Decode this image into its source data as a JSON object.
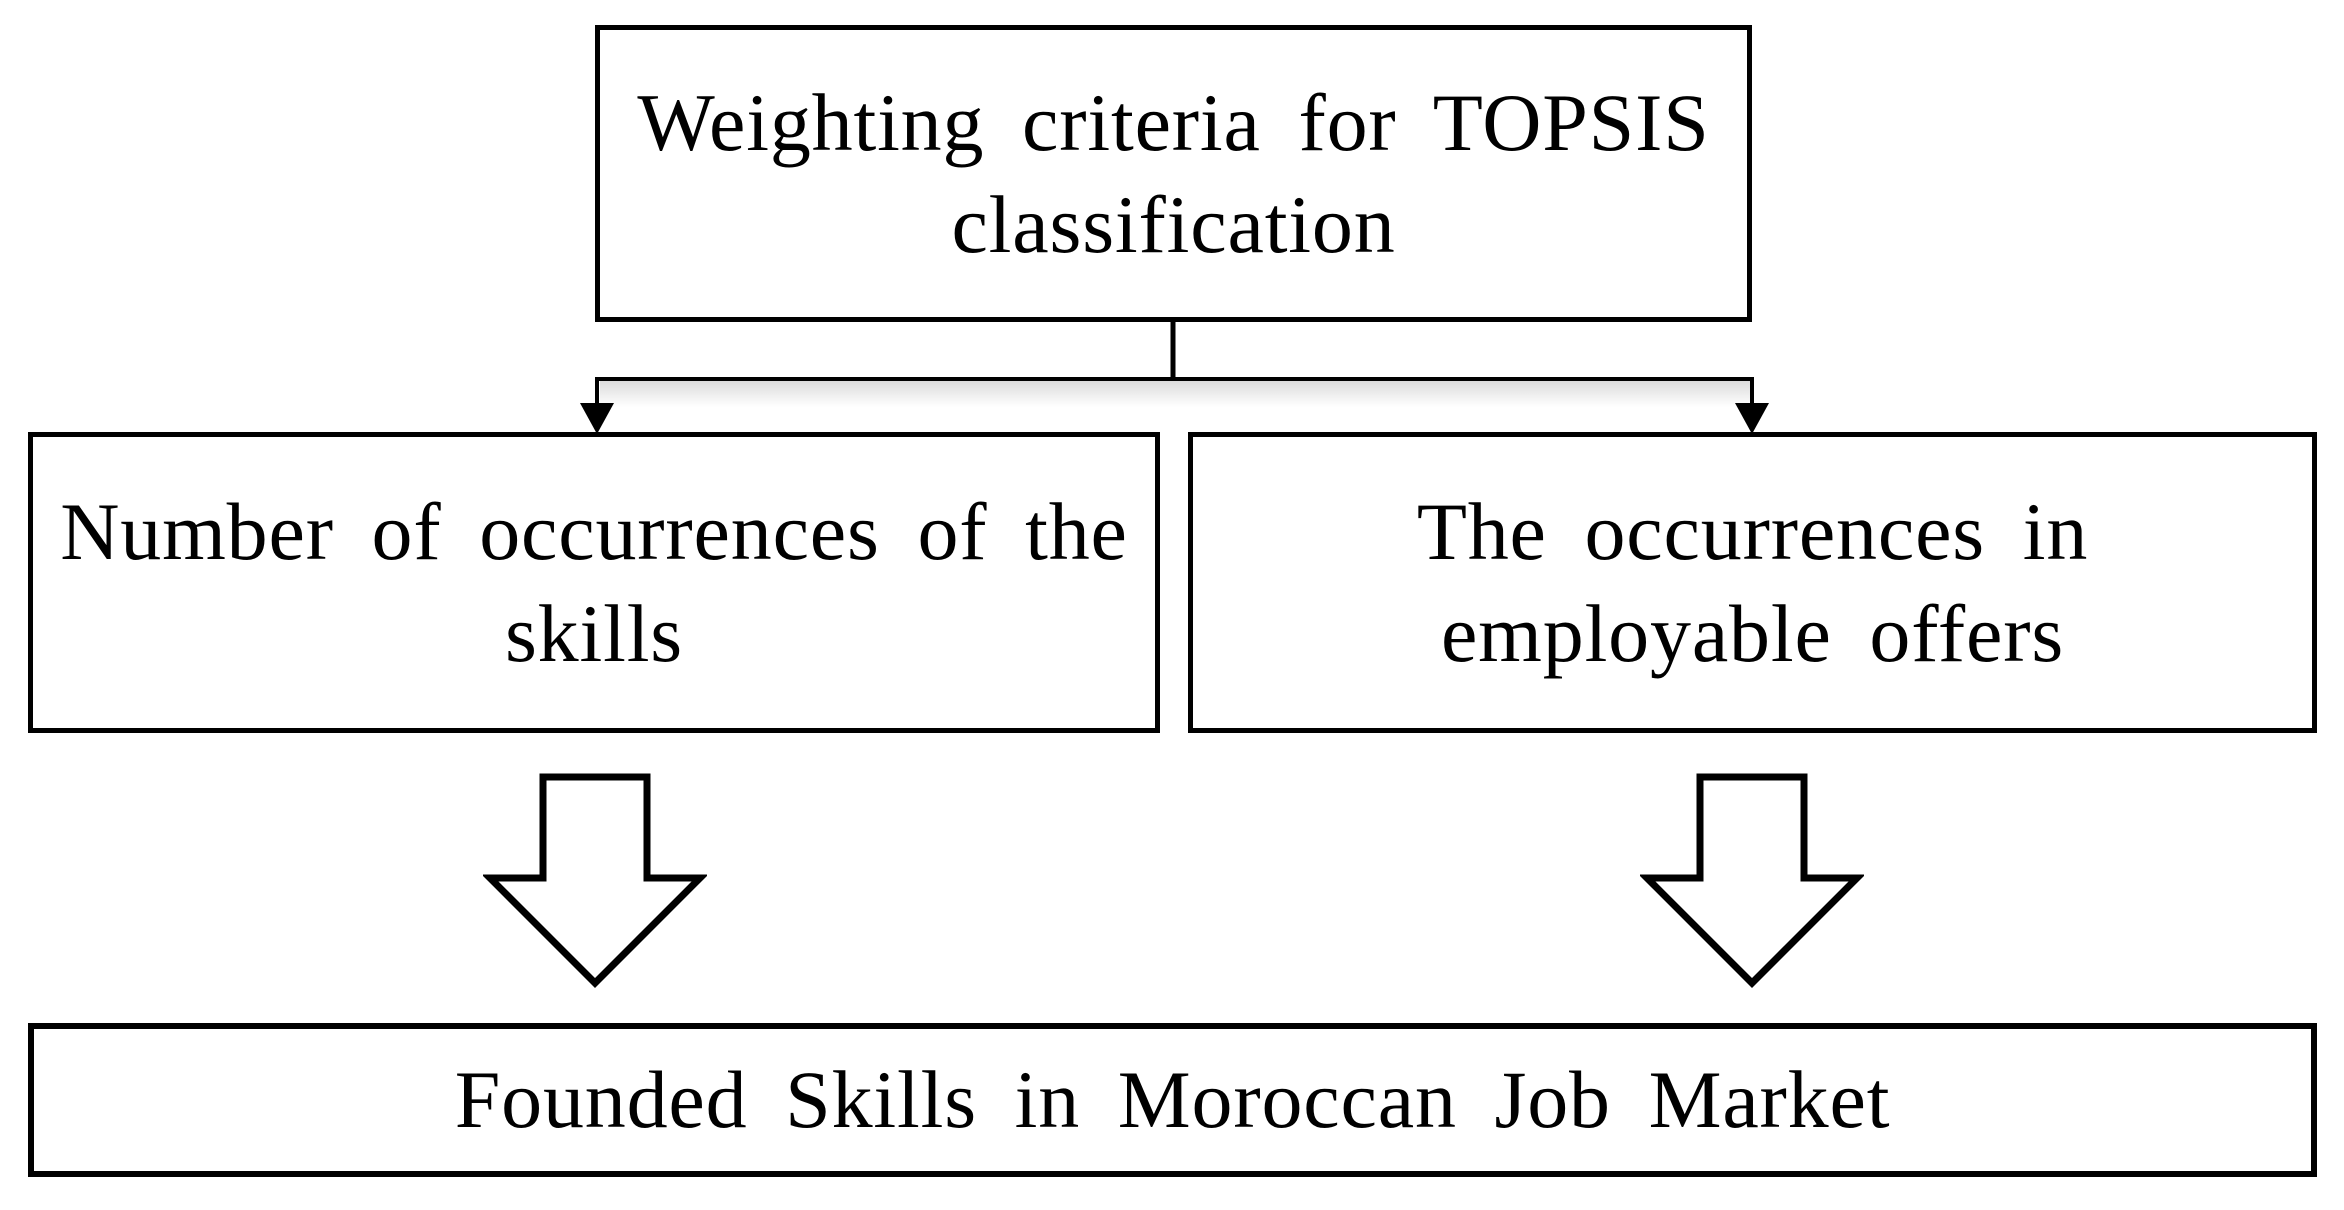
{
  "diagram": {
    "title": "Weighting criteria flowchart for TOPSIS classification",
    "colors": {
      "background": "#ffffff",
      "line": "#000000",
      "text": "#000000",
      "node_fill": "#ffffff"
    },
    "nodes": {
      "top": {
        "label": "Weighting criteria for TOPSIS classification",
        "lines": [
          "Weighting criteria for TOPSIS",
          "classification"
        ]
      },
      "left": {
        "label": "Number of occurrences of the skills",
        "lines": [
          "Number of occurrences of the",
          "skills"
        ]
      },
      "right": {
        "label": "The occurrences in employable offers",
        "lines": [
          "The occurrences in",
          "employable offers"
        ]
      },
      "bottom": {
        "label": "Founded Skills in Moroccan Job Market",
        "lines": [
          "Founded Skills in Moroccan Job Market"
        ]
      }
    },
    "connectors": {
      "tree": "top box branches to left and right boxes with solid down arrowheads",
      "icons": [
        "arrowhead-down-icon",
        "block-arrow-down-icon",
        "block-arrow-down-icon"
      ]
    }
  }
}
